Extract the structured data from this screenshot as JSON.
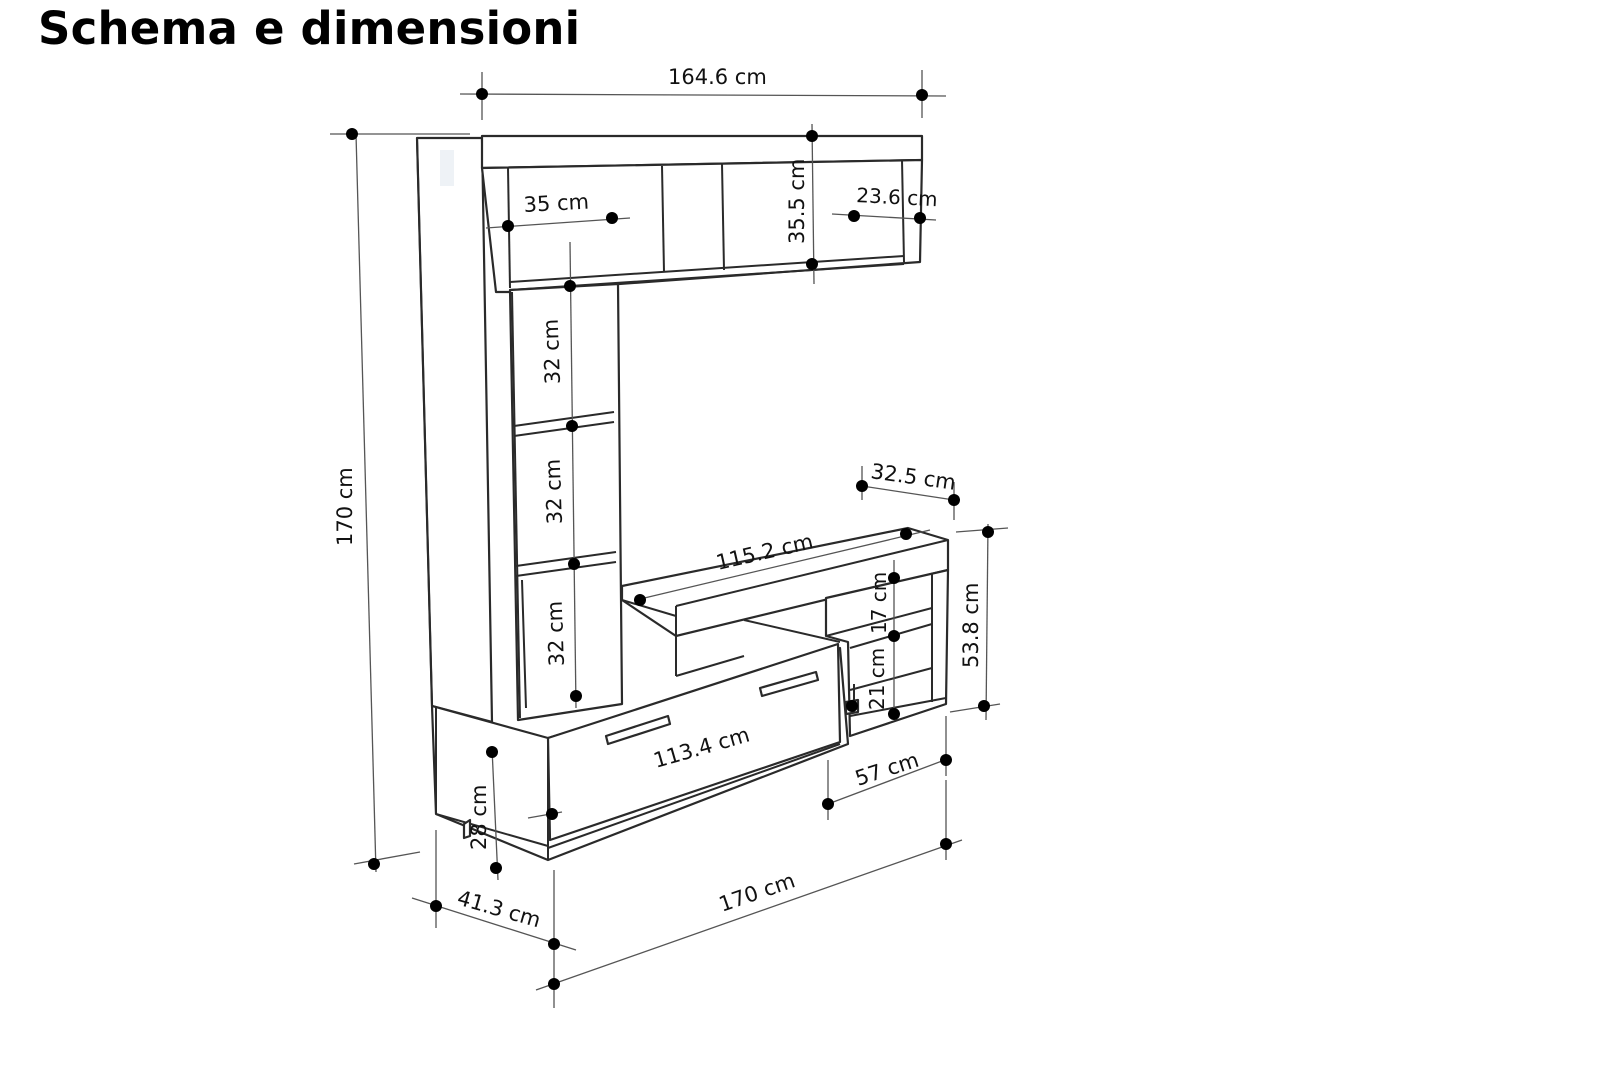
{
  "title": "Schema e dimensioni",
  "dimensions": {
    "top_width": "164.6 cm",
    "total_height": "170 cm",
    "niche_width": "35 cm",
    "niche_height": "35.5 cm",
    "niche_depth": "23.6 cm",
    "shelf_1": "32 cm",
    "shelf_2": "32 cm",
    "shelf_3": "32 cm",
    "side_depth": "32.5 cm",
    "top_shelf_width": "115.2 cm",
    "unit_height": "53.8 cm",
    "small_shelf_1": "17 cm",
    "small_shelf_2": "21 cm",
    "drawer_width": "113.4 cm",
    "side_width": "57 cm",
    "base_height": "28 cm",
    "total_depth": "41.3 cm",
    "total_width": "170 cm"
  }
}
